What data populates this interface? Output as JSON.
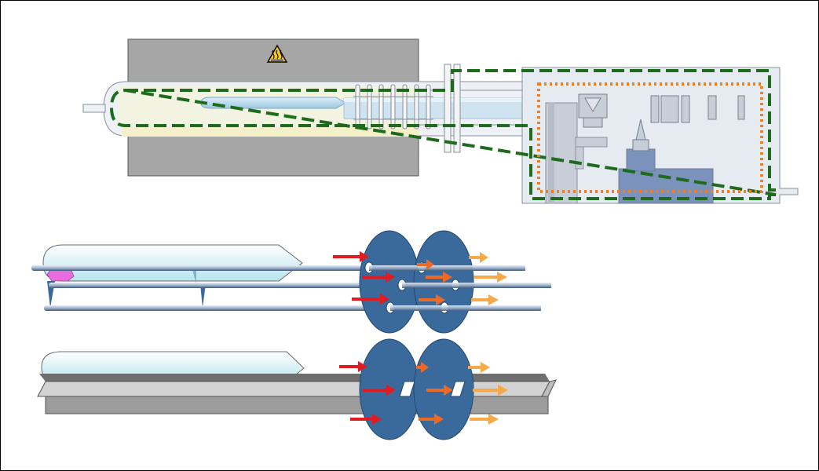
{
  "diagram": {
    "icons": {
      "hot_surface": "hot-surface-warning-icon"
    },
    "colors": {
      "furnace_body": "#a6a6a6",
      "glass_tube": "#e9eef3",
      "heated_zone": "#f2f0c8",
      "liner": "#bcd8e8",
      "glovebox": "#e6ebf2",
      "containment_outline": "#1e6b1e",
      "glovebox_zone_outline": "#f07f22",
      "baffle_disc": "#3a6a9b",
      "arrow_incoming": "#e11b22",
      "arrow_middle": "#ee6a24",
      "arrow_outgoing": "#f5a94a",
      "sample": "#e86be0",
      "boat_fill": "#bfe7ef"
    },
    "top_panel": {
      "components": [
        "tube-furnace",
        "quartz-tube",
        "radiation-shields",
        "flange",
        "glovebox",
        "transfer-arm",
        "manipulator"
      ]
    },
    "middle_panel": {
      "carrier": "rod-carrier",
      "baffles": 2
    },
    "bottom_panel": {
      "carrier": "tray-carrier",
      "baffles": 2
    }
  }
}
